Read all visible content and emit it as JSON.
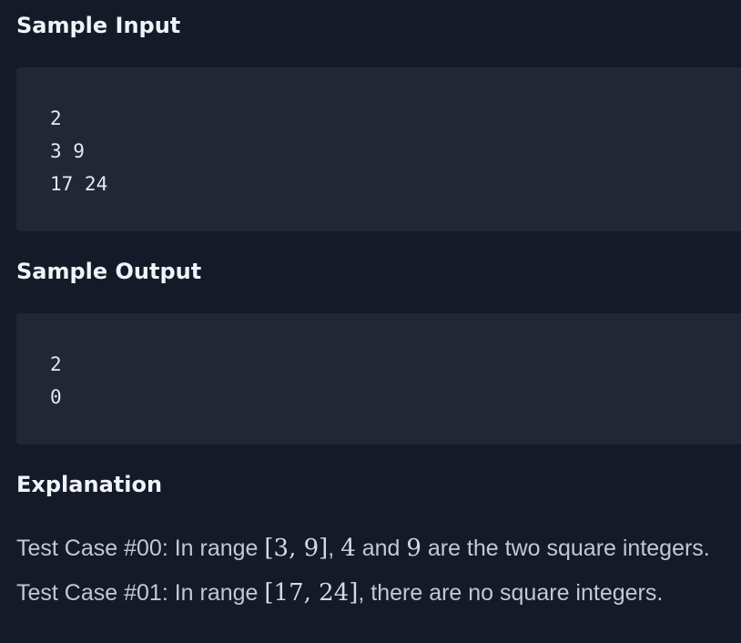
{
  "sample_input": {
    "heading": "Sample Input",
    "lines": [
      "2",
      "3 9",
      "17 24"
    ]
  },
  "sample_output": {
    "heading": "Sample Output",
    "lines": [
      "2",
      "0"
    ]
  },
  "explanation": {
    "heading": "Explanation",
    "lines": [
      {
        "prefix": "Test Case #00: In range ",
        "range": "[3, 9]",
        "sep1": ", ",
        "num_a": "4",
        "mid": " and ",
        "num_b": "9",
        "suffix": " are the two square integers."
      },
      {
        "prefix": "Test Case #01: In range ",
        "range": "[17, 24]",
        "suffix": ", there are no square integers."
      }
    ]
  },
  "colors": {
    "background": "#141a28",
    "code_background": "#222735",
    "heading_text": "#f0f3f8",
    "body_text": "#c3c8d2"
  }
}
